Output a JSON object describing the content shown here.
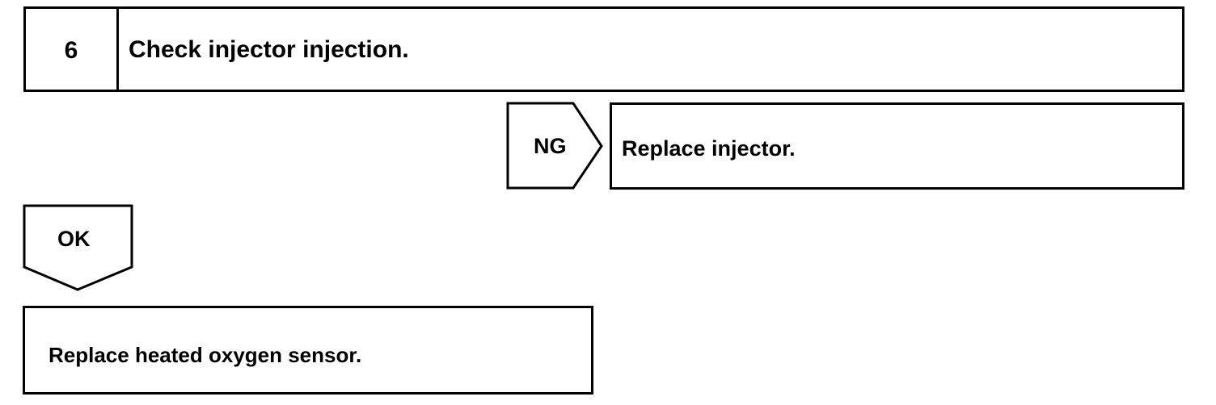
{
  "step": {
    "number": "6",
    "title": "Check injector injection."
  },
  "ng_branch": {
    "label": "NG",
    "action": "Replace injector."
  },
  "ok_branch": {
    "label": "OK"
  },
  "final_action": {
    "text": "Replace heated oxygen sensor."
  },
  "colors": {
    "line": "#000000",
    "background": "#ffffff"
  }
}
